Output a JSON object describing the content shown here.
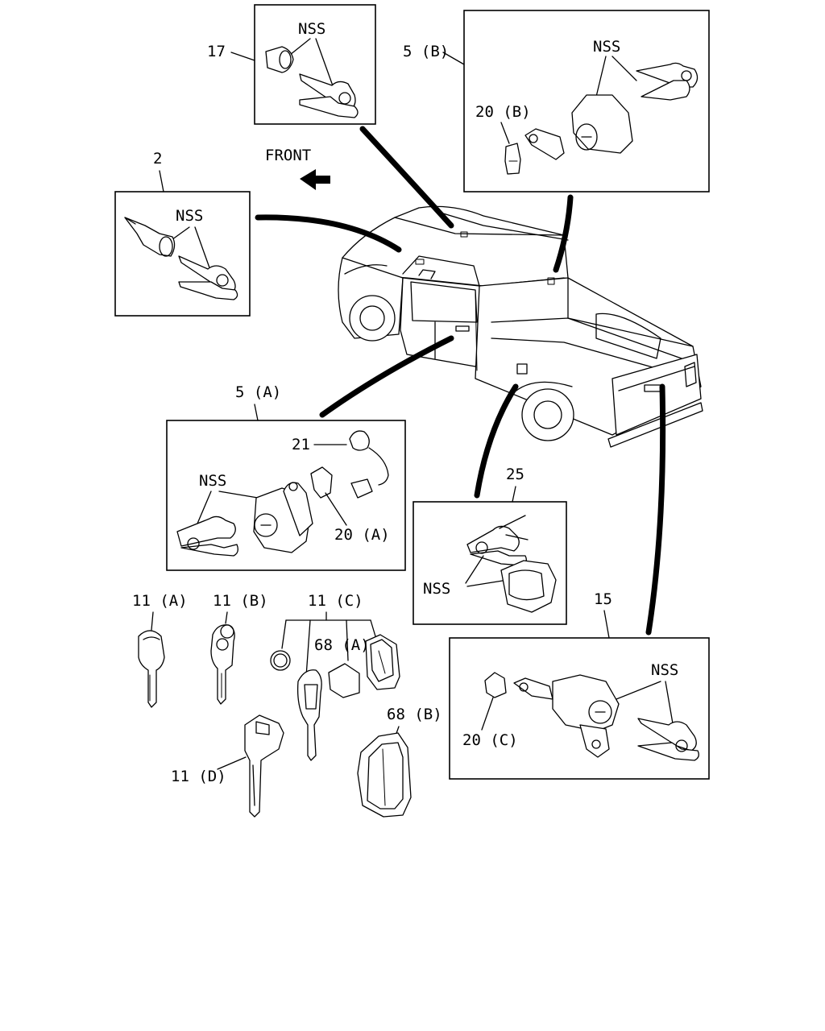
{
  "callouts": {
    "c17": "17",
    "c5b": "5 (B)",
    "c2": "2",
    "c5a": "5 (A)",
    "c21": "21",
    "c20a": "20 (A)",
    "c20b": "20 (B)",
    "c20c": "20 (C)",
    "c25": "25",
    "c15": "15",
    "c11a": "11 (A)",
    "c11b": "11 (B)",
    "c11c": "11 (C)",
    "c11d": "11 (D)",
    "c68a": "68 (A)",
    "c68b": "68 (B)"
  },
  "nss": {
    "n17": "NSS",
    "n5b": "NSS",
    "n2": "NSS",
    "n5a": "NSS",
    "n25": "NSS",
    "n15": "NSS"
  },
  "front_label": "FRONT"
}
